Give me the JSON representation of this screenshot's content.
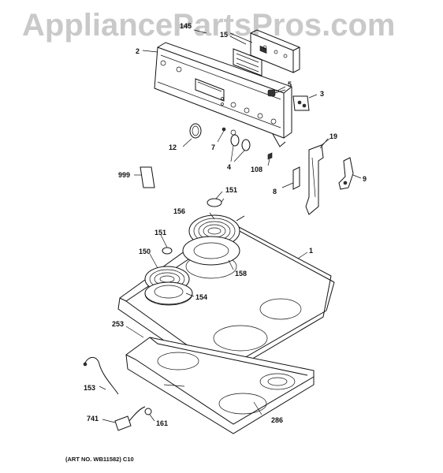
{
  "watermark": "AppliancePartsPros.com",
  "footer": {
    "art_number": "(ART NO. WB11582) C10"
  },
  "callouts": {
    "c145": "145",
    "c15": "15",
    "c2": "2",
    "c5": "5",
    "c3": "3",
    "c12": "12",
    "c7": "7",
    "c4": "4",
    "c108": "108",
    "c19": "19",
    "c999": "999",
    "c8": "8",
    "c9": "9",
    "c151a": "151",
    "c156": "156",
    "c151b": "151",
    "c150": "150",
    "c158": "158",
    "c1": "1",
    "c154": "154",
    "c253": "253",
    "c153": "153",
    "c741": "741",
    "c161": "161",
    "c286": "286"
  },
  "colors": {
    "line": "#111111",
    "watermark": "#c9c9c9",
    "background": "#ffffff"
  }
}
